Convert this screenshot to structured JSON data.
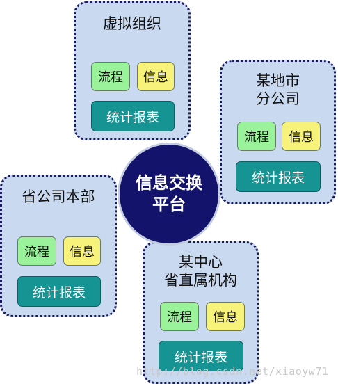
{
  "hub": {
    "label": "信息交换\n平台"
  },
  "panels": {
    "virtual_org": {
      "title": "虚拟组织",
      "flow": "流程",
      "info": "信息",
      "report": "统计报表"
    },
    "city_branch": {
      "title": "某地市\n分公司",
      "flow": "流程",
      "info": "信息",
      "report": "统计报表"
    },
    "province_hq": {
      "title": "省公司本部",
      "flow": "流程",
      "info": "信息",
      "report": "统计报表"
    },
    "direct_org": {
      "title": "某中心\n省直属机构",
      "flow": "流程",
      "info": "信息",
      "report": "统计报表"
    }
  },
  "watermark": "http://blog.csdn.net/xiaoyw71",
  "colors": {
    "panel_fill": "#c9d9f0",
    "panel_border": "#1a1a5e",
    "flow_chip": "#9af29a",
    "info_chip": "#f7f27a",
    "report_button": "#169393",
    "hub_fill": "#13136b"
  }
}
